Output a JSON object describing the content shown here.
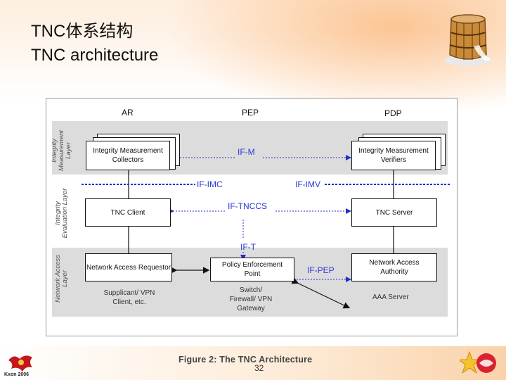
{
  "title": {
    "line1": "TNC体系结构",
    "line2": "TNC architecture"
  },
  "diagram": {
    "columns": {
      "ar": "AR",
      "pep": "PEP",
      "pdp": "PDP"
    },
    "layers": {
      "measurement": "Integrity Measurement Layer",
      "evaluation": "Integrity Evaluation Layer",
      "network": "Network Access Layer"
    },
    "boxes": {
      "imc": "Integrity Measurement Collectors",
      "imv": "Integrity Measurement Verifiers",
      "tnc_client": "TNC Client",
      "tnc_server": "TNC Server",
      "nar": "Network Access Requestor",
      "pep_box": "Policy Enforcement Point",
      "naa": "Network Access Authority"
    },
    "notes": {
      "supplicant": "Supplicant/ VPN Client, etc.",
      "switch": "Switch/ Firewall/ VPN Gateway",
      "aaa": "AAA Server"
    },
    "interfaces": {
      "ifm": "IF-M",
      "ifimc": "IF-IMC",
      "ifimv": "IF-IMV",
      "iftnccs": "IF-TNCCS",
      "ift": "IF-T",
      "ifpep": "IF-PEP"
    },
    "caption": "Figure 2: The TNC Architecture"
  },
  "footer": {
    "page_number": "32",
    "left_logo_text": "Kxon 2006"
  },
  "colors": {
    "interface_blue": "#2a3ad6",
    "band_gray": "#dcdcdc",
    "accent_orange": "#f39a4a"
  }
}
